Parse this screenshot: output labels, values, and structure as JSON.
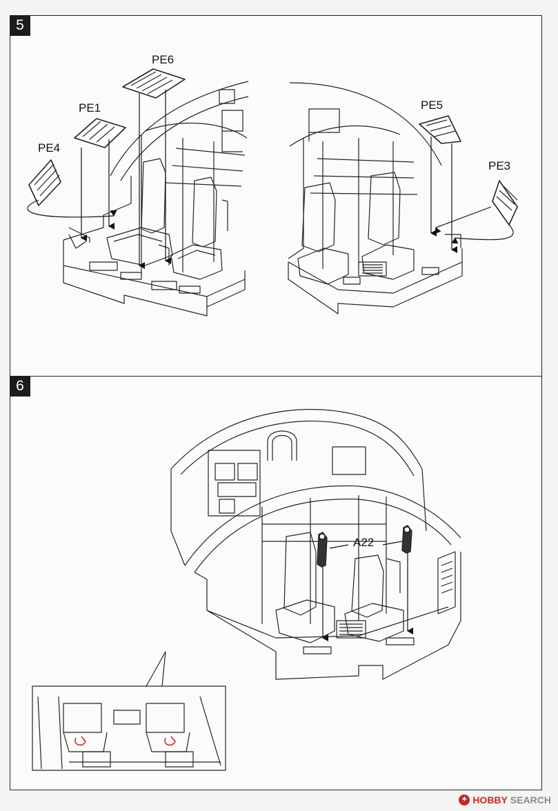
{
  "steps": {
    "step5": {
      "number": "5"
    },
    "step6": {
      "number": "6"
    }
  },
  "callouts": {
    "pe1": "PE1",
    "pe3": "PE3",
    "pe4": "PE4",
    "pe5": "PE5",
    "pe6": "PE6",
    "a22": "A22"
  },
  "watermark": {
    "text_hobby": "HOBBY",
    "text_search": "SEARCH"
  },
  "colors": {
    "line": "#222222",
    "highlight": "#c9262c"
  }
}
